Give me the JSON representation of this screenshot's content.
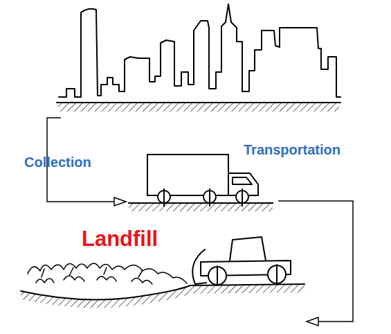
{
  "diagram": {
    "labels": [
      "Collection",
      "Transportation",
      "Landfill"
    ]
  }
}
